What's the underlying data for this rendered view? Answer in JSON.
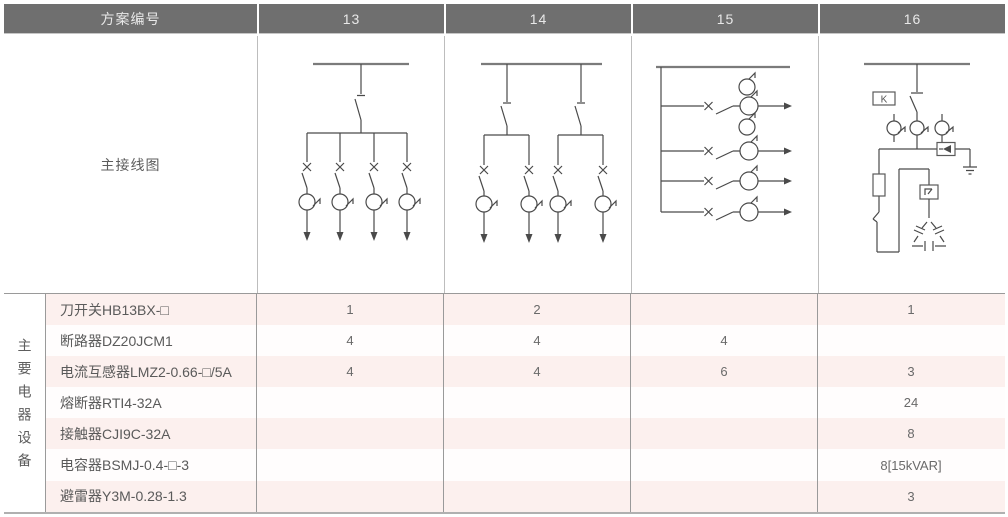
{
  "colors": {
    "header_bg": "#6f6f6f",
    "header_text": "#e8e8e8",
    "row_pink": "#fcf0ee",
    "grid_line": "#9a9a9a",
    "diagram_line": "#4a4a4a"
  },
  "header": {
    "scheme_label": "方案编号",
    "schemes": [
      "13",
      "14",
      "15",
      "16"
    ]
  },
  "diagram": {
    "label": "主接线图",
    "k_box_label": "K"
  },
  "equipment": {
    "vertical_label": "主要电器设备",
    "rows": [
      {
        "name": "刀开关HB13BX-□",
        "values": [
          "1",
          "2",
          "",
          "1"
        ]
      },
      {
        "name": "断路器DZ20JCM1",
        "values": [
          "4",
          "4",
          "4",
          ""
        ]
      },
      {
        "name": "电流互感器LMZ2-0.66-□/5A",
        "values": [
          "4",
          "4",
          "6",
          "3"
        ]
      },
      {
        "name": "熔断器RTI4-32A",
        "values": [
          "",
          "",
          "",
          "24"
        ]
      },
      {
        "name": "接触器CJI9C-32A",
        "values": [
          "",
          "",
          "",
          "8"
        ]
      },
      {
        "name": "电容器BSMJ-0.4-□-3",
        "values": [
          "",
          "",
          "",
          "8[15kVAR]"
        ]
      },
      {
        "name": "避雷器Y3M-0.28-1.3",
        "values": [
          "",
          "",
          "",
          "3"
        ]
      }
    ]
  }
}
